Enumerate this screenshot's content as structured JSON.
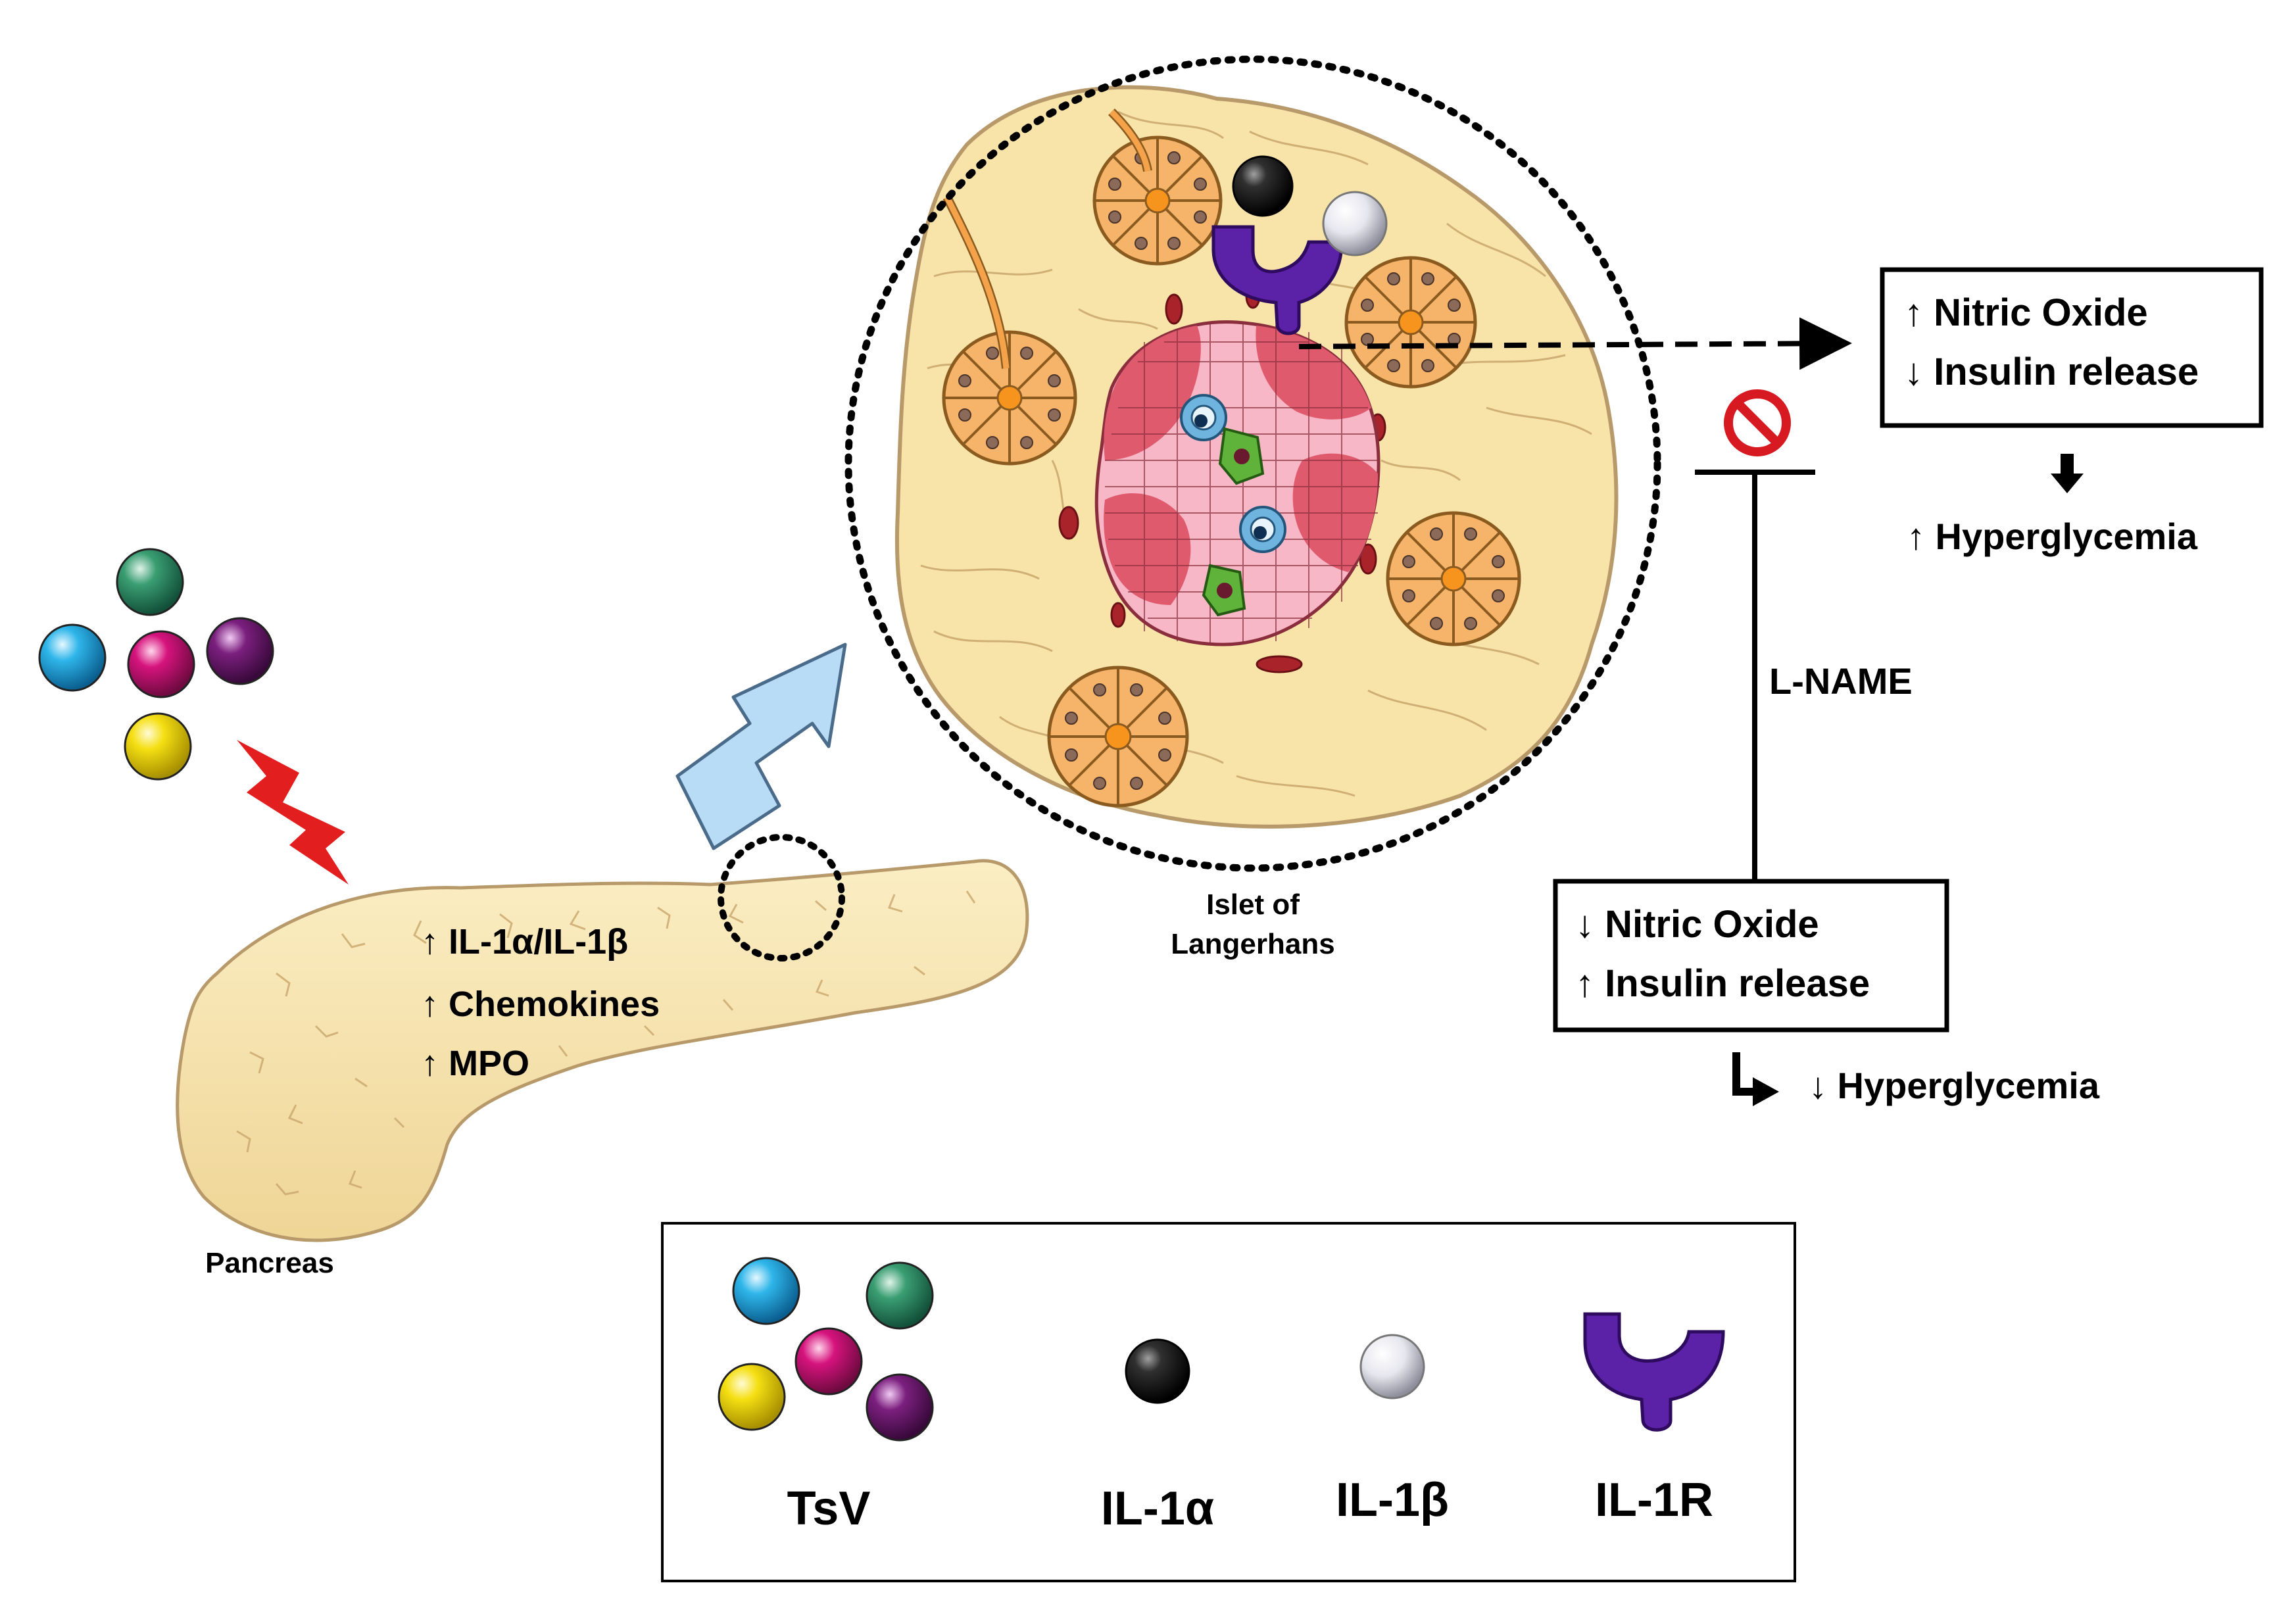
{
  "pancreas": {
    "label": "Pancreas",
    "markers": [
      "↑ IL-1α/IL-1β",
      "↑ Chemokines",
      "↑ MPO"
    ]
  },
  "islet": {
    "label_line1": "Islet of",
    "label_line2": "Langerhans"
  },
  "effect_box": {
    "line1": "↑ Nitric Oxide",
    "line2": "↓ Insulin release",
    "result": "↑ Hyperglycemia"
  },
  "inhibitor": {
    "label": "L-NAME",
    "box_line1": "↓ Nitric Oxide",
    "box_line2": "↑ Insulin release",
    "result": "↓ Hyperglycemia"
  },
  "legend": {
    "items": [
      {
        "label": "TsV"
      },
      {
        "label": "IL-1α"
      },
      {
        "label": "IL-1β"
      },
      {
        "label": "IL-1R"
      }
    ]
  },
  "colors": {
    "tissue": "#f8e3a8",
    "tissue_outline": "#b8996a",
    "acinar": "#f5b469",
    "acinar_core": "#f7941d",
    "alpha_cell": "#e05a6e",
    "beta_cell": "#f7b7c6",
    "venom_cyan": "#2fb6ea",
    "venom_green": "#3a9e72",
    "venom_magenta": "#d6137d",
    "venom_purple": "#7b1f7e",
    "venom_yellow": "#f5df13",
    "il1a": "#1c1c1c",
    "il1b": "#e4e4ea",
    "receptor": "#5b21a6",
    "arrow_blue": "#b8dcf6",
    "bolt": "#e21e1e"
  }
}
